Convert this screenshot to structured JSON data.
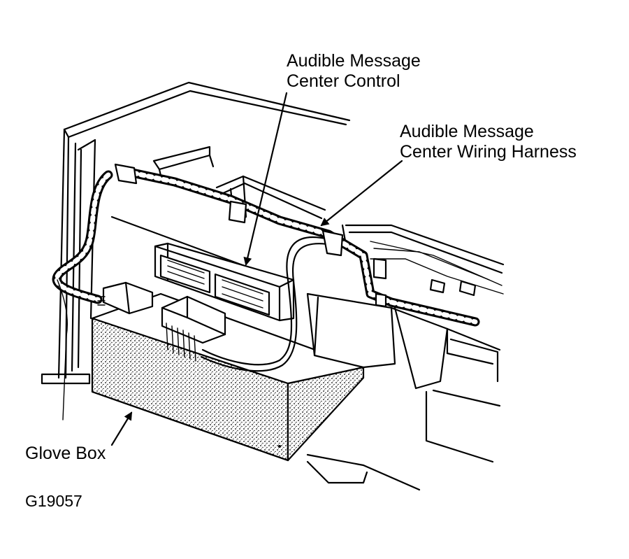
{
  "labels": {
    "control_line1": "Audible Message",
    "control_line2": "Center Control",
    "harness_line1": "Audible Message",
    "harness_line2": "Center Wiring Harness",
    "glove_box": "Glove Box",
    "figure_id": "G19057"
  }
}
